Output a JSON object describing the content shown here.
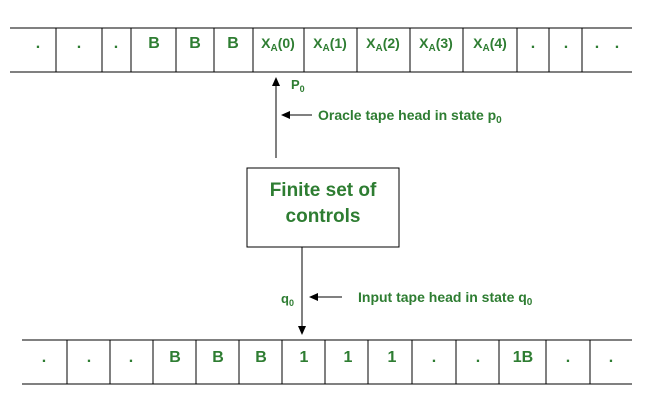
{
  "oracle_tape": {
    "cells": [
      {
        "main": "."
      },
      {
        "main": "."
      },
      {
        "main": "."
      },
      {
        "main": "B"
      },
      {
        "main": "B"
      },
      {
        "main": "B"
      },
      {
        "main": "X",
        "sub": "A",
        "arg": "(0)"
      },
      {
        "main": "X",
        "sub": "A",
        "arg": "(1)"
      },
      {
        "main": "X",
        "sub": "A",
        "arg": "(2)"
      },
      {
        "main": "X",
        "sub": "A",
        "arg": "(3)"
      },
      {
        "main": "X",
        "sub": "A",
        "arg": "(4)"
      },
      {
        "main": "."
      },
      {
        "main": "."
      },
      {
        "main": "."
      },
      {
        "main": "."
      }
    ]
  },
  "oracle_head": {
    "state_main": "P",
    "state_sub": "0",
    "label_main": "Oracle tape head in state p",
    "label_sub": "0"
  },
  "control_box": {
    "line1": "Finite set of",
    "line2": "controls"
  },
  "input_head": {
    "state_main": "q",
    "state_sub": "0",
    "label_main": "Input tape head in state q",
    "label_sub": "0"
  },
  "input_tape": {
    "cells": [
      ".",
      ".",
      ".",
      "B",
      "B",
      "B",
      "1",
      "1",
      "1",
      ".",
      ".",
      "1B",
      ".",
      "."
    ]
  },
  "colors": {
    "text": "#2e7d32",
    "lines": "#000000"
  }
}
